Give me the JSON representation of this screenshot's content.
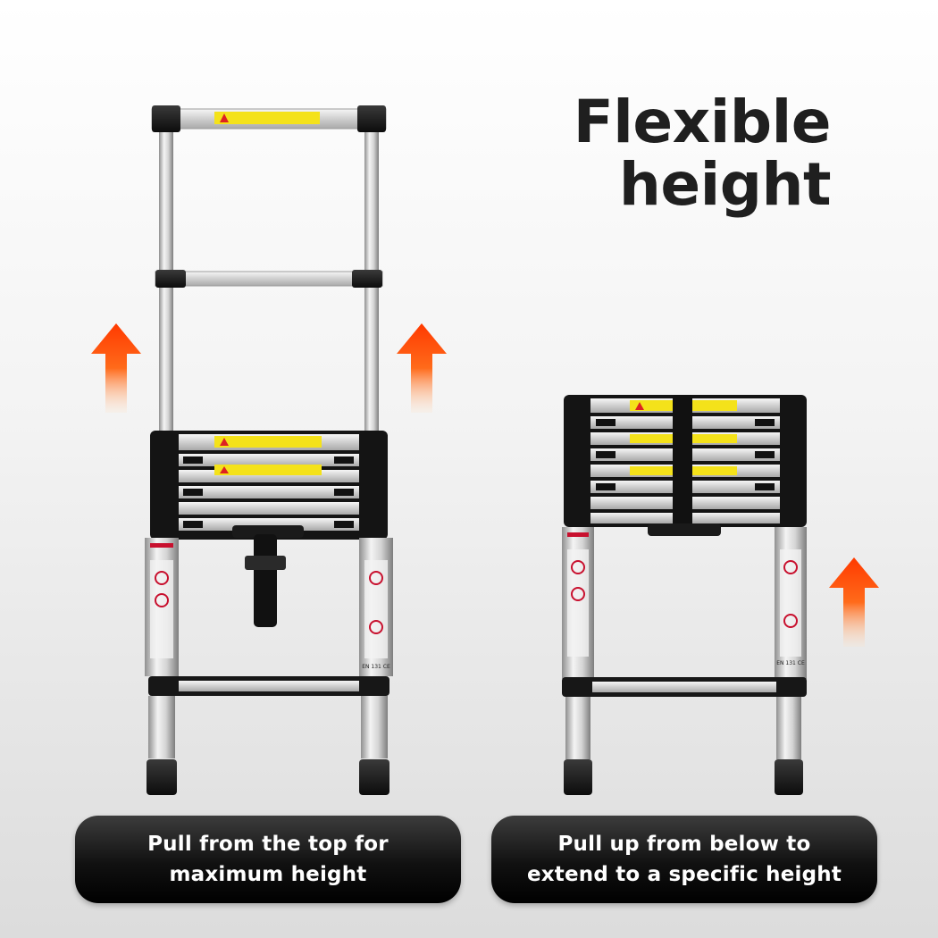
{
  "headline": {
    "line1": "Flexible",
    "line2": "height"
  },
  "captions": {
    "left": {
      "line1": "Pull from the top for",
      "line2": "maximum height"
    },
    "right": {
      "line1": "Pull up from below to",
      "line2": "extend to a specific height"
    }
  },
  "ladder_marking": "EN 131 CE",
  "colors": {
    "headline_text": "#1f1f1f",
    "pill_background": "#111111",
    "pill_text": "#ffffff",
    "arrow_top": "#ff3c00",
    "arrow_bottom": "#ffd8b0",
    "warning_label": "#f4e21a",
    "rung_black": "#1b1b1b",
    "aluminium": "#d8d8d8"
  },
  "icons": [
    "up-arrow-icon",
    "up-arrow-icon",
    "up-arrow-icon",
    "ladder-image",
    "ladder-image"
  ]
}
